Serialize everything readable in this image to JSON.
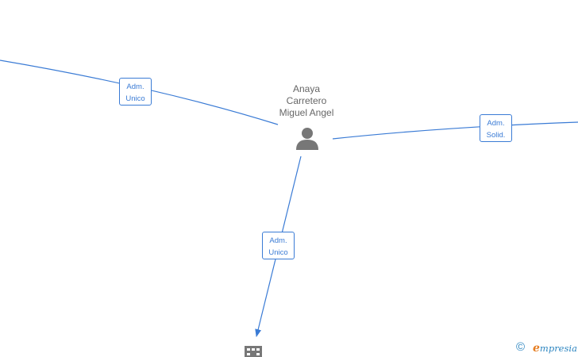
{
  "person": {
    "name_lines": [
      "Anaya",
      "Carretero",
      "Miguel Angel"
    ],
    "icon": "person-icon"
  },
  "relations": [
    {
      "id": "rel-left",
      "lines": [
        "Adm.",
        "Unico"
      ]
    },
    {
      "id": "rel-right",
      "lines": [
        "Adm.",
        "Solid."
      ]
    },
    {
      "id": "rel-bottom",
      "lines": [
        "Adm.",
        "Unico"
      ]
    }
  ],
  "company_node": {
    "icon": "building-icon"
  },
  "footer": {
    "copyright_symbol": "©",
    "brand_initial": "e",
    "brand_rest": "mpresia"
  },
  "colors": {
    "edge": "#3a7bd5",
    "node_text": "#666666",
    "icon": "#777777",
    "brand": "#2e86c1",
    "brand_accent": "#e67e22"
  }
}
